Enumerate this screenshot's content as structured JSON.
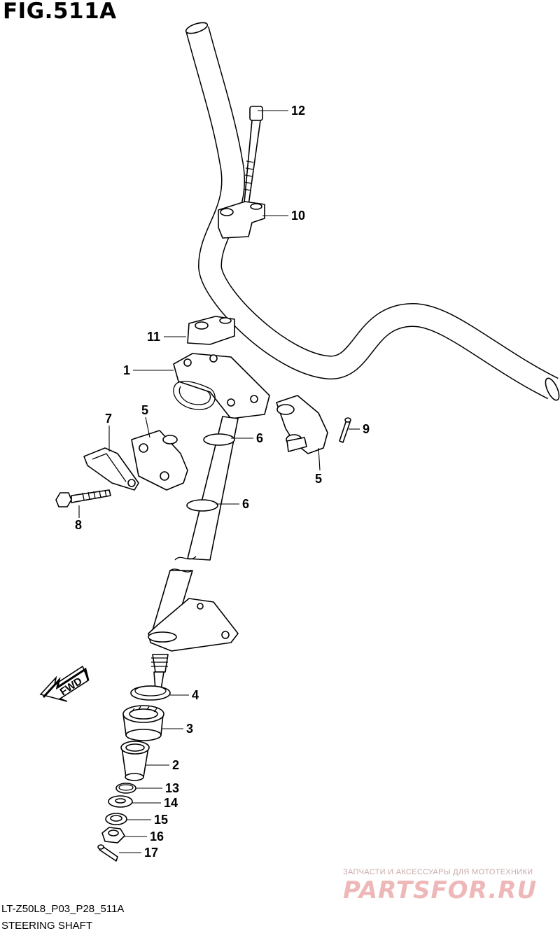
{
  "figure": {
    "title": "FIG.511A",
    "code": "LT-Z50L8_P03_P28_511A",
    "name": "STEERING SHAFT",
    "direction_label": "FWD"
  },
  "watermark": {
    "tagline": "ЗАПЧАСТИ И АКСЕССУАРЫ ДЛЯ МОТОТЕХНИКИ",
    "logo": "PARTSFOR.RU",
    "color": "#efb8b8"
  },
  "callouts": [
    {
      "id": "c12",
      "label": "12"
    },
    {
      "id": "c10",
      "label": "10"
    },
    {
      "id": "c11",
      "label": "11"
    },
    {
      "id": "c1",
      "label": "1"
    },
    {
      "id": "c7",
      "label": "7"
    },
    {
      "id": "c5a",
      "label": "5"
    },
    {
      "id": "c9",
      "label": "9"
    },
    {
      "id": "c6a",
      "label": "6"
    },
    {
      "id": "c5b",
      "label": "5"
    },
    {
      "id": "c8",
      "label": "8"
    },
    {
      "id": "c6b",
      "label": "6"
    },
    {
      "id": "c4",
      "label": "4"
    },
    {
      "id": "c3",
      "label": "3"
    },
    {
      "id": "c2",
      "label": "2"
    },
    {
      "id": "c13",
      "label": "13"
    },
    {
      "id": "c14",
      "label": "14"
    },
    {
      "id": "c15",
      "label": "15"
    },
    {
      "id": "c16",
      "label": "16"
    },
    {
      "id": "c17",
      "label": "17"
    }
  ]
}
